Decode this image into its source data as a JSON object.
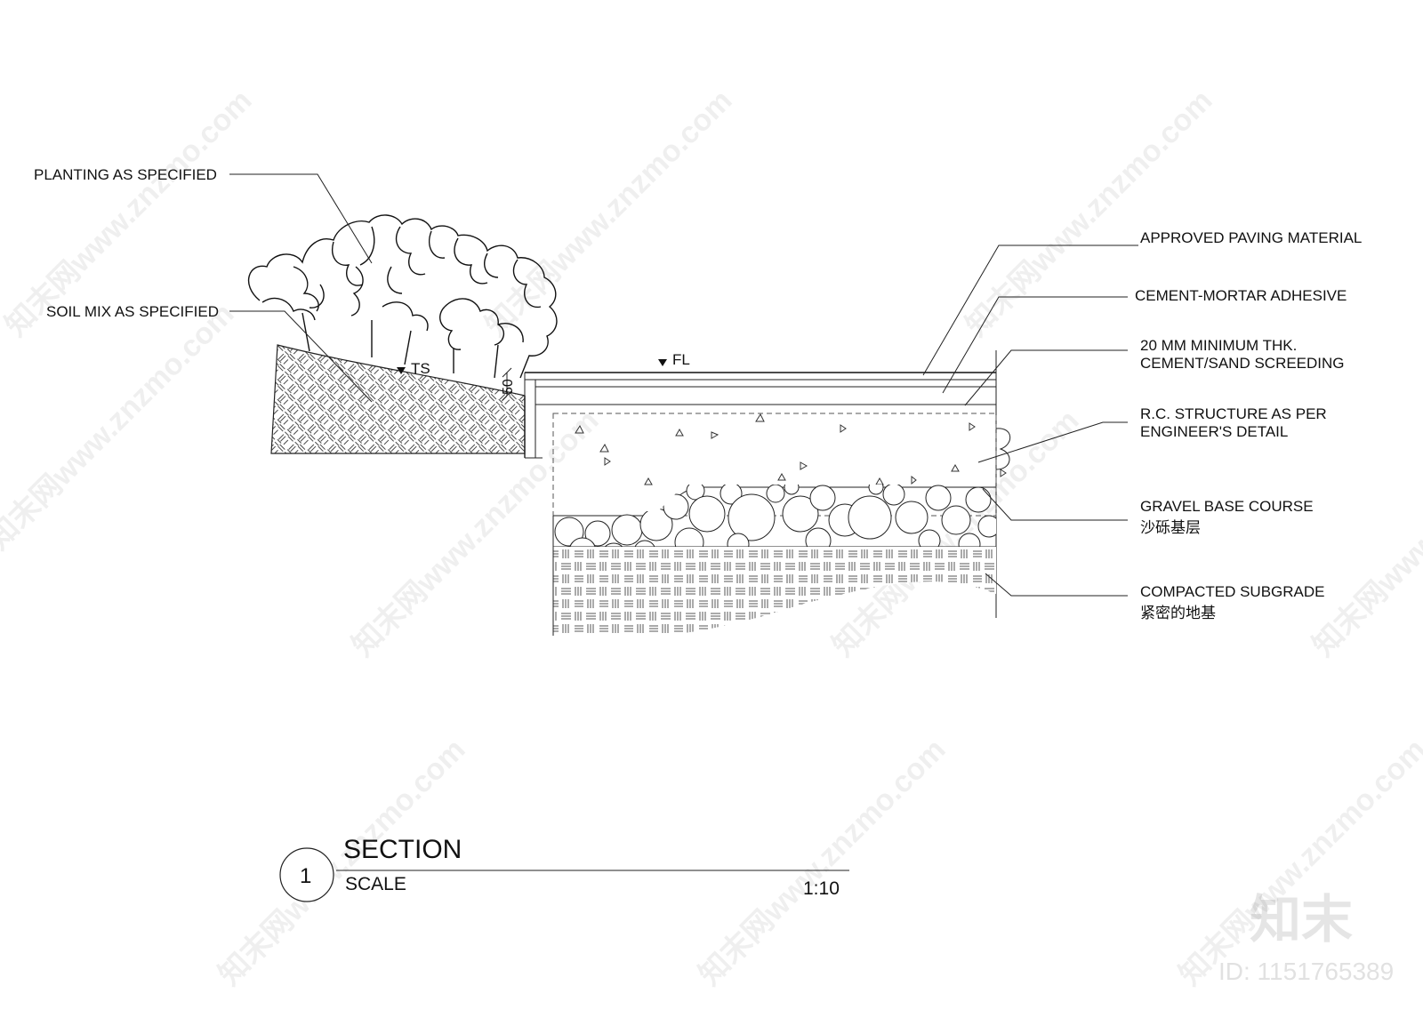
{
  "labels": {
    "planting": "PLANTING AS SPECIFIED",
    "soil_mix": "SOIL MIX AS SPECIFIED",
    "approved_paving": "APPROVED PAVING MATERIAL",
    "cement_mortar": "CEMENT-MORTAR ADHESIVE",
    "screeding_line1": "20 MM MINIMUM THK.",
    "screeding_line2": "CEMENT/SAND SCREEDING",
    "rc_line1": "R.C. STRUCTURE AS PER",
    "rc_line2": "ENGINEER'S DETAIL",
    "gravel_en": "GRAVEL BASE COURSE",
    "gravel_cn": "沙砾基层",
    "subgrade_en": "COMPACTED SUBGRADE",
    "subgrade_cn": "紧密的地基"
  },
  "levels": {
    "ts": "TS",
    "fl": "FL",
    "dimension": "50"
  },
  "title_block": {
    "number": "1",
    "title": "SECTION",
    "scale_label": "SCALE",
    "scale_value": "1:10"
  },
  "watermark": {
    "text": "知末网www.znzmo.com",
    "logo": "知末",
    "id": "ID: 1151765389"
  },
  "colors": {
    "line": "#222222",
    "watermark": "#000000"
  }
}
